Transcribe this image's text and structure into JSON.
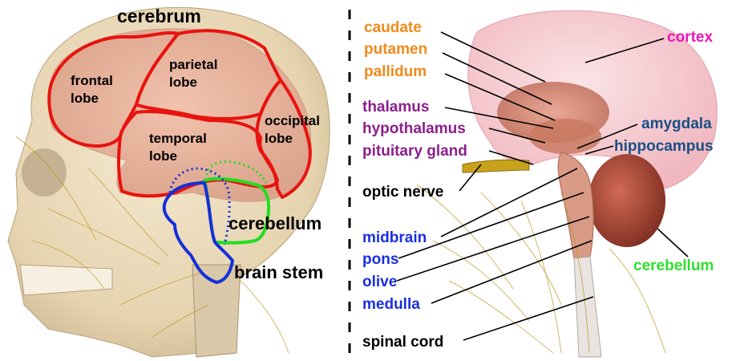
{
  "left_panel": {
    "labels": {
      "cerebrum": "cerebrum",
      "frontal_1": "frontal",
      "frontal_2": "lobe",
      "parietal_1": "parietal",
      "parietal_2": "lobe",
      "occipital_1": "occipital",
      "occipital_2": "lobe",
      "temporal_1": "temporal",
      "temporal_2": "lobe",
      "cerebellum": "cerebellum",
      "brain_stem": "brain stem"
    },
    "colors": {
      "lobe_outline": "#e8130f",
      "cerebellum_outline": "#22dd22",
      "brain_stem_outline": "#1530d8",
      "label": "#000000"
    }
  },
  "right_panel": {
    "labels": {
      "caudate": "caudate",
      "putamen": "putamen",
      "pallidum": "pallidum",
      "thalamus": "thalamus",
      "hypothalamus": "hypothalamus",
      "pituitary": "pituitary gland",
      "optic_nerve": "optic nerve",
      "midbrain": "midbrain",
      "pons": "pons",
      "olive": "olive",
      "medulla": "medulla",
      "spinal_cord": "spinal cord",
      "cortex": "cortex",
      "amygdala": "amygdala",
      "hippocampus": "hippocampus",
      "cerebellum": "cerebellum"
    },
    "colors": {
      "basal_ganglia": "#f08a1c",
      "diencephalon": "#8c1f8c",
      "brainstem": "#1a2fe0",
      "limbic": "#1a4f86",
      "cortex": "#ee16b8",
      "cerebellum": "#2ee02e",
      "plain": "#000000"
    }
  }
}
